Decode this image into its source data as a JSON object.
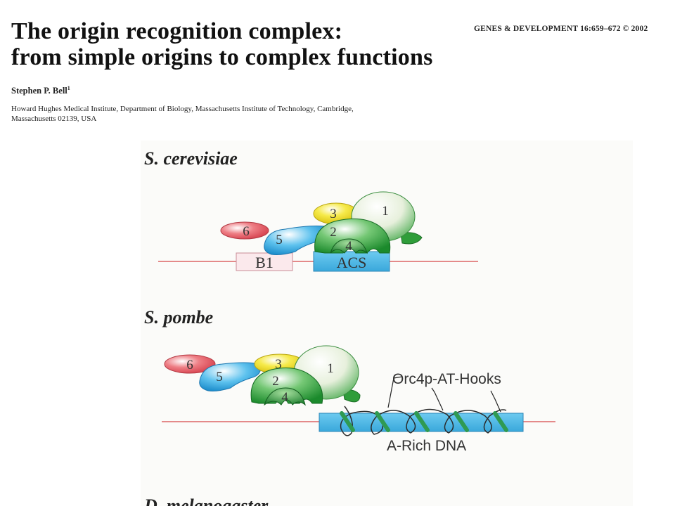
{
  "paper": {
    "title_line1": "The origin recognition complex:",
    "title_line2": "from simple origins to complex functions",
    "journal": "GENES & DEVELOPMENT 16:659–672 © 2002",
    "author": "Stephen P. Bell",
    "author_sup": "1",
    "affiliation_line1": "Howard Hughes Medical Institute, Department of Biology, Massachusetts Institute of Technology, Cambridge,",
    "affiliation_line2": "Massachusetts 02139, USA"
  },
  "figure": {
    "panel1": {
      "species": "S. cerevisiae",
      "subunits": [
        "1",
        "2",
        "3",
        "4",
        "5",
        "6"
      ],
      "elements": [
        "B1",
        "ACS"
      ]
    },
    "panel2": {
      "species": "S. pombe",
      "subunits": [
        "1",
        "2",
        "3",
        "4",
        "5",
        "6"
      ],
      "hooks_label": "Orc4p-AT-Hooks",
      "dna_label": "A-Rich DNA"
    },
    "panel3": {
      "species_partial": "D. melanogaster"
    }
  },
  "colors": {
    "subunit_1": "#e7f0dc",
    "subunit_2": "#2e9e3e",
    "subunit_3": "#f2e21a",
    "subunit_4": "#228a33",
    "subunit_5": "#23a0e0",
    "subunit_6": "#e2505a",
    "dna_line": "#e48a8a",
    "acs_box": "#4bb8e6",
    "b1_box": "#fbe9ec"
  }
}
